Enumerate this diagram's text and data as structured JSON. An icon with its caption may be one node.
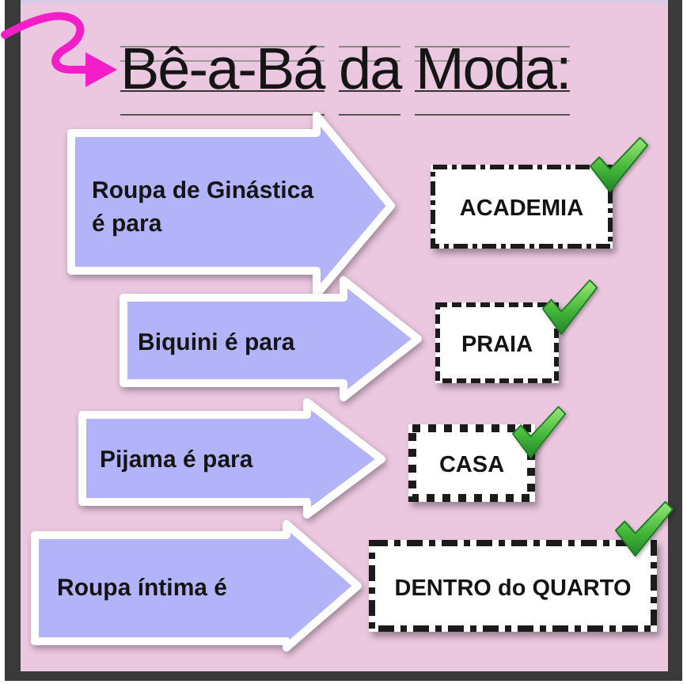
{
  "diagram": {
    "title": "Bê-a-Bá da Moda:",
    "nodes": [
      {
        "text": [
          "Roupa de Ginástica é para"
        ]
      },
      {
        "text": [
          "ACADEMIA"
        ]
      },
      {
        "text": [
          "Biquini é para"
        ]
      },
      {
        "text": [
          "PRAIA"
        ]
      },
      {
        "text": [
          "Pijama é para"
        ]
      },
      {
        "text": [
          "CASA"
        ]
      },
      {
        "text": [
          "Roupa íntima é"
        ]
      },
      {
        "text": [
          "DENTRO do QUARTO"
        ]
      }
    ]
  }
}
